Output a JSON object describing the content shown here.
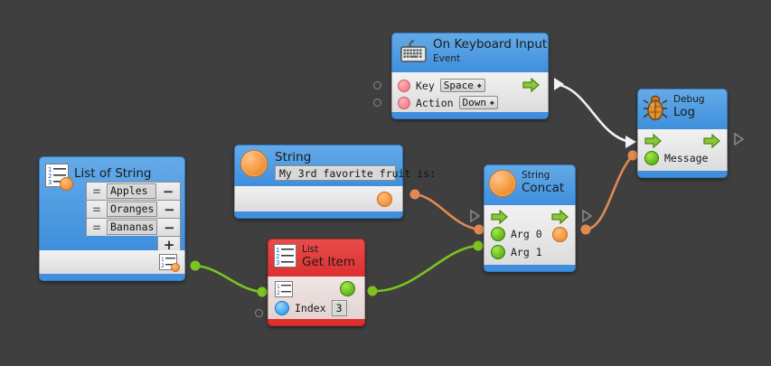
{
  "app": {
    "canvas_background": "#403f3f",
    "type": "visual-scripting-node-graph"
  },
  "nodes": {
    "list_of_string": {
      "title": "List of String",
      "icon": "numbered-list-icon",
      "header_color": "#3f8fdc",
      "items": [
        {
          "value": "Apples",
          "remove_label": "−"
        },
        {
          "value": "Oranges",
          "remove_label": "−"
        },
        {
          "value": "Bananas",
          "remove_label": "−"
        }
      ],
      "add_label": "+",
      "output_icon": "numbered-list-icon",
      "output_port": "list-output"
    },
    "string_literal": {
      "title": "String",
      "icon": "orange-circle-icon",
      "header_color": "#3f8fdc",
      "value": "My 3rd favorite fruit is:",
      "output_port": "string-output"
    },
    "on_keyboard_input": {
      "title": "On Keyboard Input",
      "subtitle": "Event",
      "icon": "keyboard-icon",
      "header_color": "#3f8fdc",
      "rows": [
        {
          "label": "Key",
          "value": "Space",
          "port": "pink"
        },
        {
          "label": "Action",
          "value": "Down",
          "port": "pink"
        }
      ],
      "exec_out": "exec-out"
    },
    "list_get_item": {
      "title_top": "List",
      "title_main": "Get Item",
      "icon": "numbered-list-icon",
      "header_color": "#dc3030",
      "list_input_icon": "numbered-list-icon",
      "index_label": "Index",
      "index_value": "3",
      "output_port": "item-output"
    },
    "string_concat": {
      "title_top": "String",
      "title_main": "Concat",
      "icon": "orange-circle-icon",
      "header_color": "#3f8fdc",
      "args": [
        {
          "label": "Arg 0"
        },
        {
          "label": "Arg 1"
        }
      ],
      "exec_in": "exec-in",
      "exec_out": "exec-out",
      "result_port": "string-result"
    },
    "debug_log": {
      "title_top": "Debug",
      "title_main": "Log",
      "icon": "bug-icon",
      "header_color": "#3f8fdc",
      "message_label": "Message",
      "exec_in": "exec-in",
      "exec_out": "exec-out"
    }
  },
  "wires": [
    {
      "name": "keyboard-exec-to-debug-log",
      "color": "#f2f2f2",
      "kind": "exec"
    },
    {
      "name": "string-to-concat-arg0",
      "color": "#e08a52",
      "kind": "data"
    },
    {
      "name": "getitem-to-concat-arg1",
      "color": "#7dc320",
      "kind": "data"
    },
    {
      "name": "concat-result-to-debug-message",
      "color": "#e08a52",
      "kind": "data"
    },
    {
      "name": "list-to-getitem-list",
      "color": "#7dc320",
      "kind": "data"
    }
  ],
  "colors": {
    "node_blue": "#3f8fdc",
    "node_red": "#dc3030",
    "wire_green": "#7dc320",
    "wire_orange": "#e08a52",
    "wire_white": "#f2f2f2",
    "port_green": "#5fb71b",
    "port_orange": "#f2933c",
    "port_pink": "#f4808c",
    "port_blue": "#3fa4ea"
  }
}
